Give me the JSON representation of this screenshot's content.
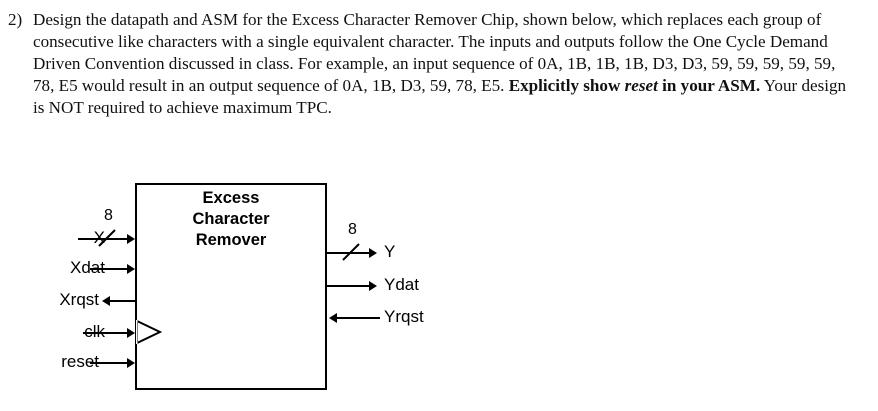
{
  "question": {
    "number": "2)",
    "text_parts": [
      {
        "style": "normal",
        "text": "Design the datapath and ASM for the Excess Character Remover Chip, shown below, which replaces each group of consecutive like characters with a single equivalent character. The inputs and outputs follow the One Cycle Demand Driven Convention discussed in class. For example, an input sequence of 0A, 1B, 1B, 1B, D3, D3, 59, 59, 59, 59, 59, 78, E5 would result in an output sequence of 0A, 1B, D3, 59, 78, E5. "
      },
      {
        "style": "bold",
        "text": "Explicitly show "
      },
      {
        "style": "bold-italic",
        "text": "reset"
      },
      {
        "style": "bold",
        "text": " in your ASM."
      },
      {
        "style": "normal",
        "text": " Your design is NOT required to achieve maximum TPC."
      }
    ],
    "full_text": "Design the datapath and ASM for the Excess Character Remover Chip, shown below, which replaces each group of consecutive like characters with a single equivalent character. The inputs and outputs follow the One Cycle Demand Driven Convention discussed in class. For example, an input sequence of 0A, 1B, 1B, 1B, D3, D3, 59, 59, 59, 59, 59, 78, E5 would result in an output sequence of 0A, 1B, D3, 59, 78, E5. Explicitly show reset in your ASM. Your design is NOT required to achieve maximum TPC."
  },
  "diagram": {
    "chip_name_lines": [
      "Excess",
      "Character",
      "Remover"
    ],
    "chip_name": "Excess Character Remover",
    "inputs": [
      {
        "label": "X",
        "bus_width": "8",
        "direction": "in"
      },
      {
        "label": "Xdat",
        "bus_width": "",
        "direction": "in"
      },
      {
        "label": "Xrqst",
        "bus_width": "",
        "direction": "out"
      },
      {
        "label": "clk",
        "bus_width": "",
        "direction": "in"
      },
      {
        "label": "reset",
        "bus_width": "",
        "direction": "in"
      }
    ],
    "outputs": [
      {
        "label": "Y",
        "bus_width": "8",
        "direction": "out"
      },
      {
        "label": "Ydat",
        "bus_width": "",
        "direction": "out"
      },
      {
        "label": "Yrqst",
        "bus_width": "",
        "direction": "in"
      }
    ],
    "colors": {
      "line": "#000000",
      "box_border": "#000000",
      "background": "#ffffff",
      "text": "#000000"
    }
  }
}
